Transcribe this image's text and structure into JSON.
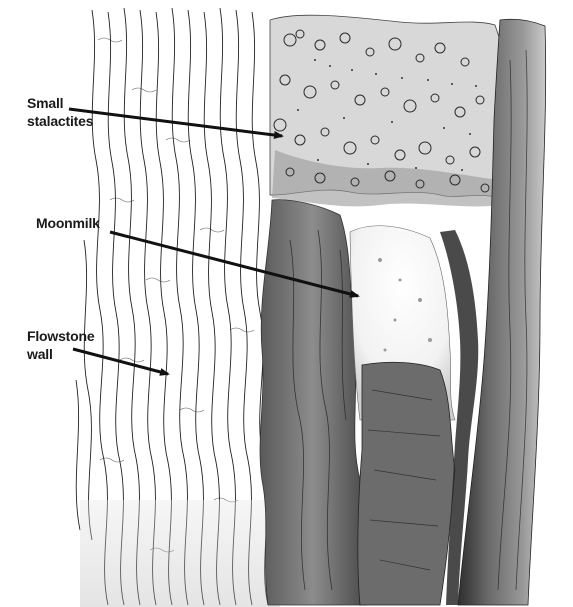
{
  "labels": {
    "small_stalactites": {
      "line1": "Small",
      "line2": "stalactites"
    },
    "moonmilk": {
      "line1": "Moonmilk"
    },
    "flowstone_wall": {
      "line1": "Flowstone",
      "line2": "wall"
    }
  },
  "colors": {
    "ink": "#1a1a1a",
    "paper": "#ffffff",
    "rock_dark": "#3a3a3a",
    "rock_mid": "#7d7d7d",
    "rock_light": "#bdbdbd",
    "moonmilk_white": "#f4f4f4"
  },
  "icons": {
    "arrow": "arrow-icon"
  }
}
